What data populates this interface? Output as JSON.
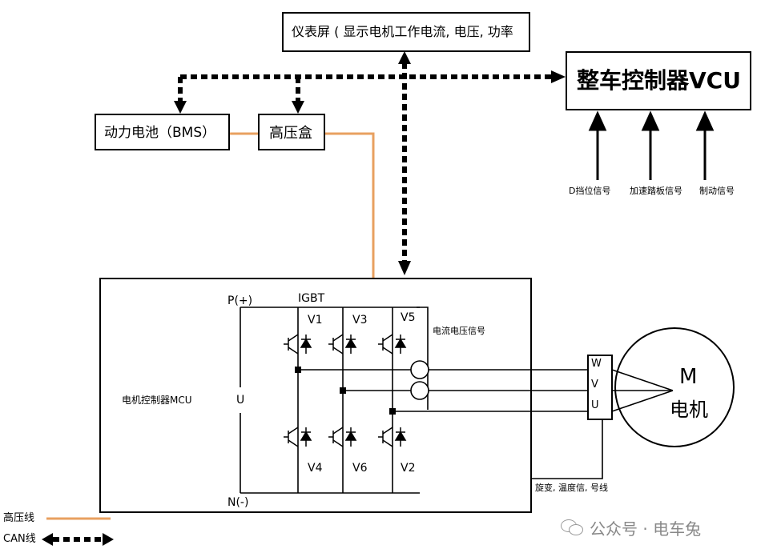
{
  "dashboard": {
    "label": "仪表屏 ( 显示电机工作电流, 电压, 功率"
  },
  "vcu": {
    "label": "整车控制器VCU",
    "inputs": [
      "D挡位信号",
      "加速踏板信号",
      "制动信号"
    ]
  },
  "battery": {
    "label": "动力电池（BMS）"
  },
  "hv_box": {
    "label": "高压盒"
  },
  "mcu": {
    "label": "电机控制器MCU",
    "p_label": "P(+)",
    "n_label": "N(-)",
    "u_label": "U",
    "igbt_label": "IGBT",
    "switch_labels": [
      "V1",
      "V3",
      "V5",
      "V4",
      "V6",
      "V2"
    ],
    "sense_label": "电流电压信号"
  },
  "motor": {
    "letter": "M",
    "label": "电机",
    "phases": [
      "W",
      "V",
      "U"
    ],
    "feedback_label": "旋变, 温度信, 号线"
  },
  "legend": {
    "hv_line": "高压线",
    "can_line": "CAN线"
  },
  "watermark": {
    "text": "公众号 · 电车兔"
  },
  "colors": {
    "hv_wire": "#e8a060",
    "can": "#000000"
  }
}
